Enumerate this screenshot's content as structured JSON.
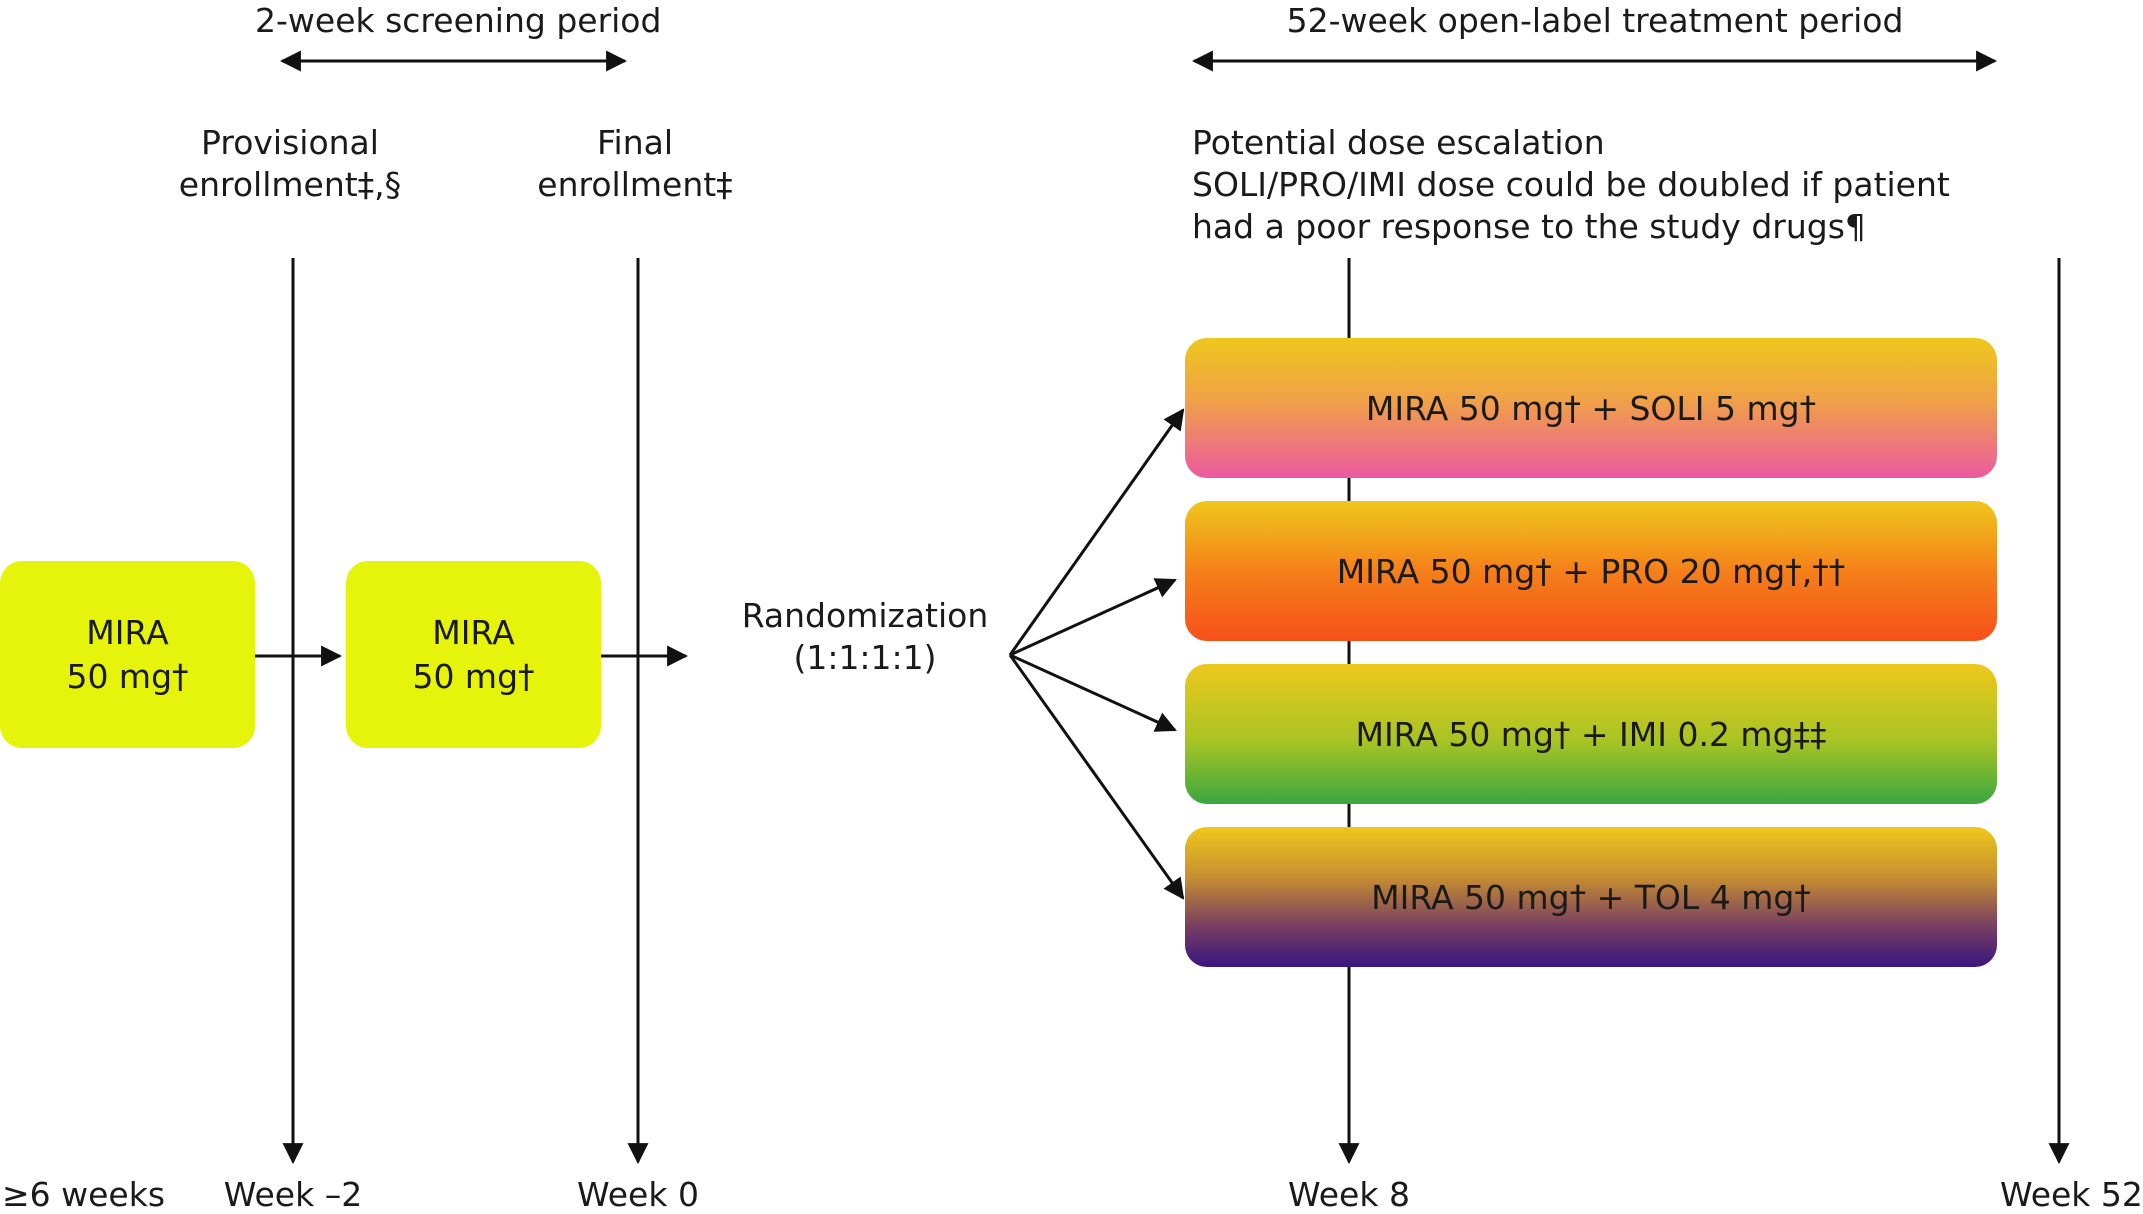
{
  "screening_period": {
    "label": "2-week screening period"
  },
  "treatment_period": {
    "label": "52-week open-label treatment period"
  },
  "provisional_enrollment": {
    "line1": "Provisional",
    "line2": "enrollment‡,§"
  },
  "final_enrollment": {
    "line1": "Final",
    "line2": "enrollment‡"
  },
  "dose_escalation": {
    "line1": "Potential dose escalation",
    "line2": "SOLI/PRO/IMI dose could be doubled if patient",
    "line3": "had a poor response to the study drugs¶"
  },
  "runin_box_1": {
    "line1": "MIRA",
    "line2": "50 mg†"
  },
  "runin_box_2": {
    "line1": "MIRA",
    "line2": "50 mg†"
  },
  "randomization": {
    "line1": "Randomization",
    "line2": "(1:1:1:1)"
  },
  "arms": [
    {
      "label": "MIRA 50 mg† + SOLI 5 mg†"
    },
    {
      "label": "MIRA 50 mg† + PRO 20 mg†,††"
    },
    {
      "label": "MIRA 50 mg† + IMI 0.2 mg‡‡"
    },
    {
      "label": "MIRA 50 mg† + TOL 4 mg†"
    }
  ],
  "timepoints": {
    "t0": "≥6 weeks",
    "t1": "Week –2",
    "t2": "Week 0",
    "t3": "Week 8",
    "t4": "Week 52"
  },
  "colors": {
    "runin_box": "#e6f30a",
    "arm_top": "#eec81c",
    "arm1_bottom": "#ec5aa0",
    "arm2_bottom": "#f6501a",
    "arm3_bottom": "#3aa640",
    "arm4_bottom": "#3a1680",
    "line": "#111111"
  }
}
